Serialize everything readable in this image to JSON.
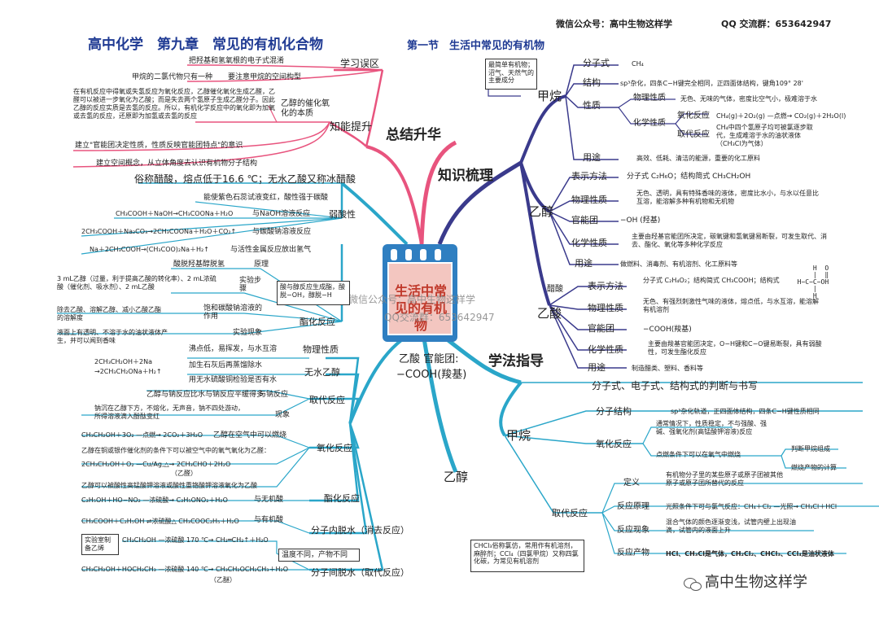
{
  "header": {
    "wechat": "微信公众号：高中生物这样学",
    "qq": "QQ 交流群：653642947",
    "title": "高中化学　第九章　常见的有机化合物",
    "section": "第一节　生活中常见的有机物"
  },
  "center": {
    "label": "生活中常见的有机物",
    "watermark1": "微信公众号：高中生物这样学",
    "watermark2": "QQ交流群：653642947",
    "note1": "乙酸  官能团:",
    "note2": "−COOH(羧基)"
  },
  "branches": {
    "zongjie": "总结升华",
    "zhishi": "知识梳理",
    "xuefa": "学法指导",
    "xuexi_wuqu": "学习误区",
    "zhineng_tisheng": "知能提升",
    "jiawan_top": "甲烷",
    "yichun_top": "乙醇",
    "yisuan_top": "乙酸",
    "jiawan_bot": "甲烷",
    "yichun_bot": "乙醇"
  },
  "pink": {
    "a1": "把羟基和氢氧根的电子式混淆",
    "a2": "甲烷的二氯代物只有一种",
    "a3": "要注意甲烷的空间构型",
    "b1": "在有机反应中得氧或失氢反应为氧化反应，乙醇催化氧化生成乙醛，乙醛可以被进一步氧化为乙酸；而是失去两个氢原子生成乙醛分子。因此乙醇的反应实质是去氢的反应。所以，有机化学反应中的氧化即为加氧或去氢的反应，还原即为加氢或去氢的反应",
    "b2": "乙醇的催化氧化的本质",
    "b3": "建立\"官能团决定性质，性质反映官能团特点\"的意识",
    "b4": "建立空间概念，从立体角度去认识有机物分子结构"
  },
  "acid": {
    "top": "俗称醋酸，熔点低于16.6 ℃；无水乙酸又称冰醋酸",
    "ruo": "弱酸性",
    "r1": "能使紫色石蕊试液变红，酸性强于碳酸",
    "r2f": "CH₃COOH＋NaOH→CH₃COONa＋H₂O",
    "r2": "与NaOH溶液反应",
    "r3f": "2CH₃COOH＋Na₂CO₃→2CH₃COONa＋H₂O＋CO₂↑",
    "r3": "与碳酸钠溶液反应",
    "r4f": "Na＋2CH₃COOH→(CH₃COO)₂Na＋H₂↑",
    "r4": "与活性金属反应放出氢气",
    "zhi": "酯化反应",
    "z1": "酸脱羟基醇脱氢",
    "z1r": "原理",
    "z2": "3 mL乙醇（过量，利于提高乙酸的转化率）、2 mL浓硫酸（催化剂、吸水剂）、2 mL乙酸",
    "z2r": "实验步骤",
    "z3": "除去乙酸、溶解乙醇、减小乙酸乙酯的溶解度",
    "z3r": "饱和碳酸钠溶液的作用",
    "z4": "液面上有透明、不溶于水的油状液体产生，并可以闻到香味",
    "z4r": "实验现象",
    "zbox": "酸与醇反应生成酯，酸脱−OH，醇脱−H"
  },
  "ethanol_bot": {
    "wuli_desc": "沸点低，易挥发，与水互溶",
    "wuli": "物理性质",
    "ws1": "加生石灰后再蒸馏除水",
    "ws2": "用无水硫酸铜检验是否有水",
    "wushui": "无水乙醇",
    "na1": "2CH₃CH₂OH＋2Na",
    "na2": "→2CH₃CH₂ONa＋H₂↑",
    "qudai": "取代反应",
    "qd1": "乙醇与钠反应比水与钠反应平缓得多",
    "qd1r": "与钠反应",
    "qd2": "钠沉在乙醇下方，不熔化，无声音，钠不四处游动，所得溶液滴入酚酞变红",
    "qd2r": "现象",
    "ran": "CH₃CH₂OH＋3O₂ —点燃→ 2CO₂＋3H₂O",
    "ranr": "乙醇在空气中可以燃烧",
    "yang": "氧化反应",
    "y1": "乙醇在铜或银作催化剂的条件下可以被空气中的氧气氧化为乙醛：",
    "y2": "2CH₃CH₂OH＋O₂ —Cu/Ag,△→ 2CH₃CHO＋2H₂O",
    "y2b": "（乙醛）",
    "y3": "乙醇可以被酸性高锰酸钾溶液或酸性重铬酸钾溶液氧化为乙酸",
    "zhihua": "酯化反应",
    "zh1": "C₂H₅OH＋HO−NO₂ —浓硫酸→ C₂H₅ONO₂＋H₂O",
    "zh1r": "与无机酸",
    "zh2": "CH₃COOH＋C₂H₅OH ⇌浓硫酸△ CH₃COOC₂H₅＋H₂O",
    "zh2r": "与有机酸",
    "fz": "分子内脱水（消去反应）",
    "fz1": "CH₃CH₂OH —浓硫酸 170 ℃→ CH₂═CH₂↑＋H₂O",
    "fzbox": "实验室制备乙烯",
    "temp": "温度不同，产物不同",
    "fj": "分子间脱水（取代反应）",
    "fj1": "CH₃CH₂OH＋HOCH₂CH₃ —浓硫酸 140 ℃→ CH₃CH₂OCH₂CH₃＋H₂O",
    "fj1b": "（乙醚）"
  },
  "methane_top": {
    "box": "最简单有机物；沼气、天然气的主要成分",
    "fzs": "分子式",
    "fzs_v": "CH₄",
    "jg": "结构",
    "jg_v": "sp³杂化，四条C−H键完全相同，正四面体结构，键角109° 28'",
    "xz": "性质",
    "wl": "物理性质",
    "wl_v": "无色、无味的气体，密度比空气小，极难溶于水",
    "hx": "化学性质",
    "yh": "氧化反应",
    "yh_v": "CH₄(g)＋2O₂(g) —点燃→ CO₂(g)＋2H₂O(l)",
    "qd": "取代反应",
    "qd_v": "CH₄中四个氢原子均可被氯逐步取代，生成难溶于水的油状液体（CH₃Cl为气体）",
    "yt": "用途",
    "yt_v": "高效、低耗、清洁的能源，重要的化工原料"
  },
  "ethanol_top": {
    "bs": "表示方法",
    "bs_v": "分子式 C₂H₆O；结构简式 CH₃CH₂OH",
    "wl": "物理性质",
    "wl_v": "无色、透明，具有特殊香味的液体，密度比水小，与水以任意比互溶，能溶解多种有机物和无机物",
    "gn": "官能团",
    "gn_v": "−OH (羟基)",
    "hx": "化学性质",
    "hx_v": "主要由羟基官能团所决定，碳氧键和氢氧键易断裂，可发生取代、消去、酯化、氧化等多种化学反应",
    "yt": "用途",
    "yt_v": "做燃料、消毒剂、有机溶剂、化工原料等"
  },
  "acid_top": {
    "cu": "醋酸",
    "bs": "表示方法",
    "bs_v": "分子式 C₂H₄O₂；结构简式 CH₃COOH；结构式",
    "wl": "物理性质",
    "wl_v": "无色、有强烈刺激性气味的液体，熔点低，与水互溶，能溶解有机溶剂",
    "gn": "官能团",
    "gn_v": "−COOH(羧基)",
    "hx": "化学性质",
    "hx_v": "主要由羧基官能团决定，O−H键和C−O键易断裂，具有弱酸性，可发生酯化反应",
    "yt": "用途",
    "yt_v": "制造醋类、塑料、香料等"
  },
  "methane_bot": {
    "top": "分子式、电子式、结构式的判断与书写",
    "fzjg": "分子结构",
    "fzjg_v": "sp³杂化轨道，正四面体结构，四条C−H键性质相同",
    "yh": "氧化反应",
    "yh_v": "通常情况下，性质稳定，不与强酸、强碱、强氧化剂(高锰酸钾溶液)反应",
    "yh2": "点燃条件下可以在氧气中燃烧",
    "yh2a": "判断甲烷组成",
    "yh2b": "燃烧产物的计算",
    "qd": "取代反应",
    "dy": "定义",
    "dy_v": "有机物分子里的某些原子或原子团被其他原子或原子团所替代的反应",
    "yl": "反应原理",
    "yl_v": "光照条件下可与氯气反应：CH₄＋Cl₂ —光照→ CH₃Cl＋HCl",
    "xx": "反应现象",
    "xx_v": "混合气体的颜色逐渐变浅，试管内壁上出现油滴，试管内的液面上升",
    "cw": "反应产物",
    "cw_v": "HCl、CH₃Cl是气体，CH₂Cl₂、CHCl₃、CCl₄是油状液体",
    "box": "CHCl₃俗称氯仿，常用作有机溶剂，麻醉剂；CCl₄（四氯甲烷）又称四氯化碳，为常见有机溶剂"
  },
  "footer": {
    "brand": "高中生物这样学"
  },
  "colors": {
    "pink": "#e8547e",
    "purple": "#3a3a8c",
    "teal": "#2aa6c9",
    "navy": "#1f3a93",
    "center_red": "#c0392b",
    "center_blue": "#2f7fc1"
  }
}
